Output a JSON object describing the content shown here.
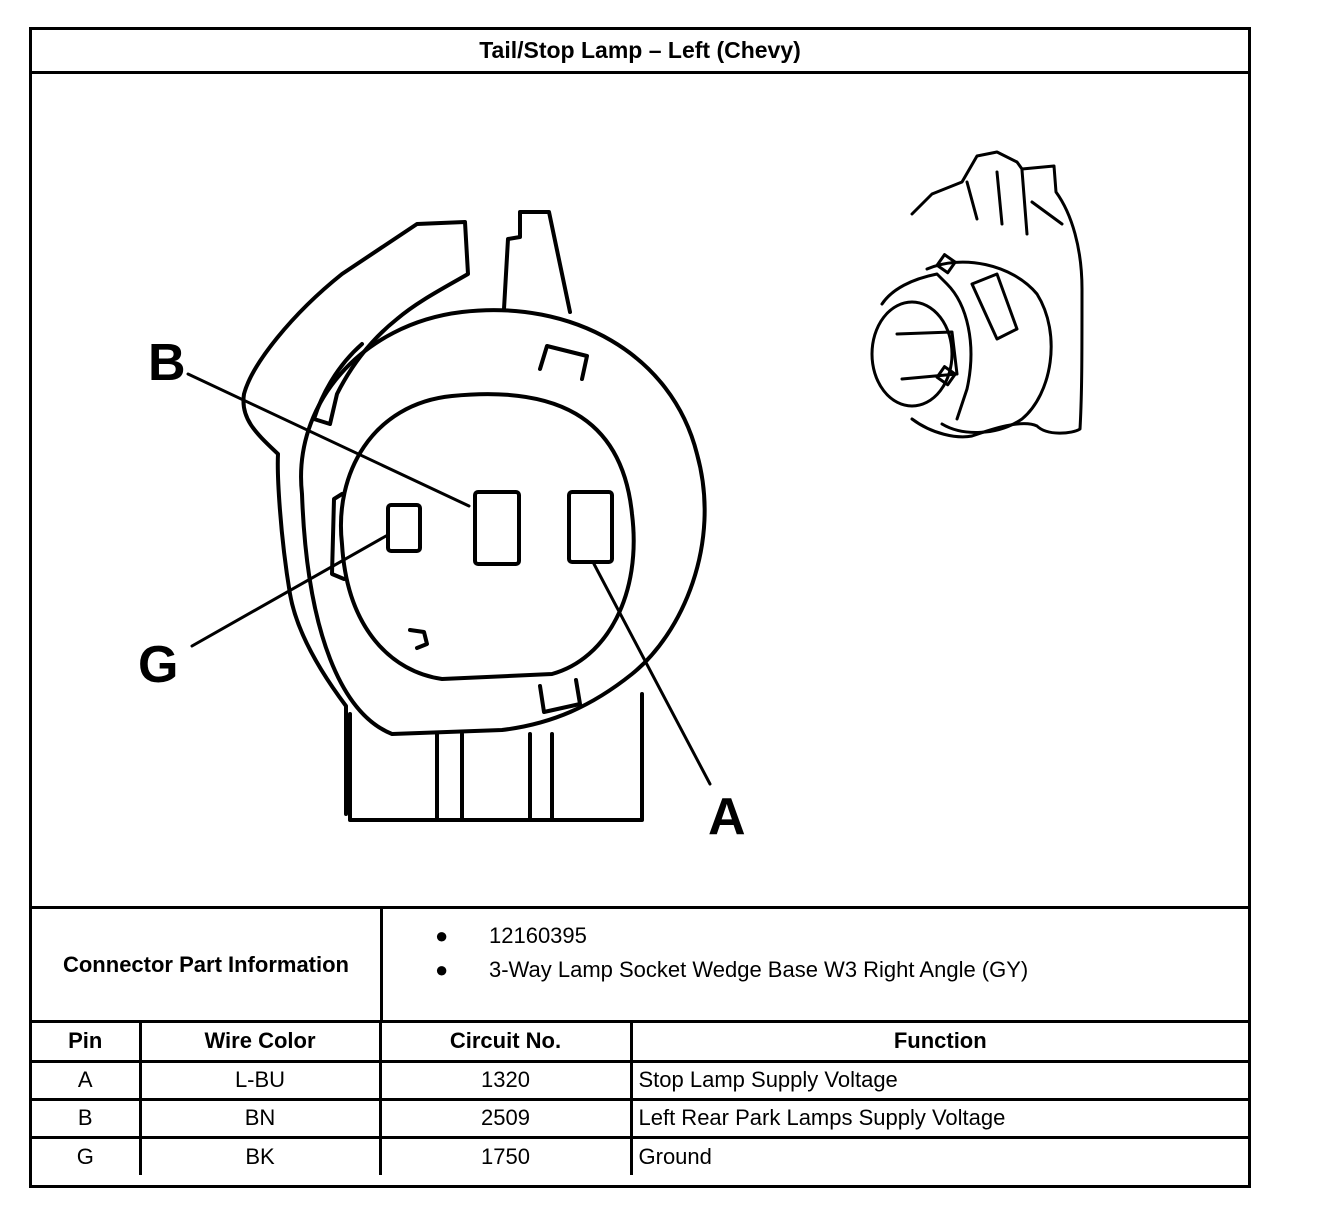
{
  "title": "Tail/Stop Lamp – Left (Chevy)",
  "diagram": {
    "callouts": [
      "B",
      "G",
      "A"
    ]
  },
  "connector_info": {
    "label": "Connector Part Information",
    "items": [
      "12160395",
      "3-Way Lamp Socket Wedge Base W3 Right Angle (GY)"
    ]
  },
  "pin_table": {
    "headers": [
      "Pin",
      "Wire Color",
      "Circuit No.",
      "Function"
    ],
    "rows": [
      [
        "A",
        "L-BU",
        "1320",
        "Stop Lamp Supply Voltage"
      ],
      [
        "B",
        "BN",
        "2509",
        "Left Rear Park Lamps Supply Voltage"
      ],
      [
        "G",
        "BK",
        "1750",
        "Ground"
      ]
    ]
  }
}
